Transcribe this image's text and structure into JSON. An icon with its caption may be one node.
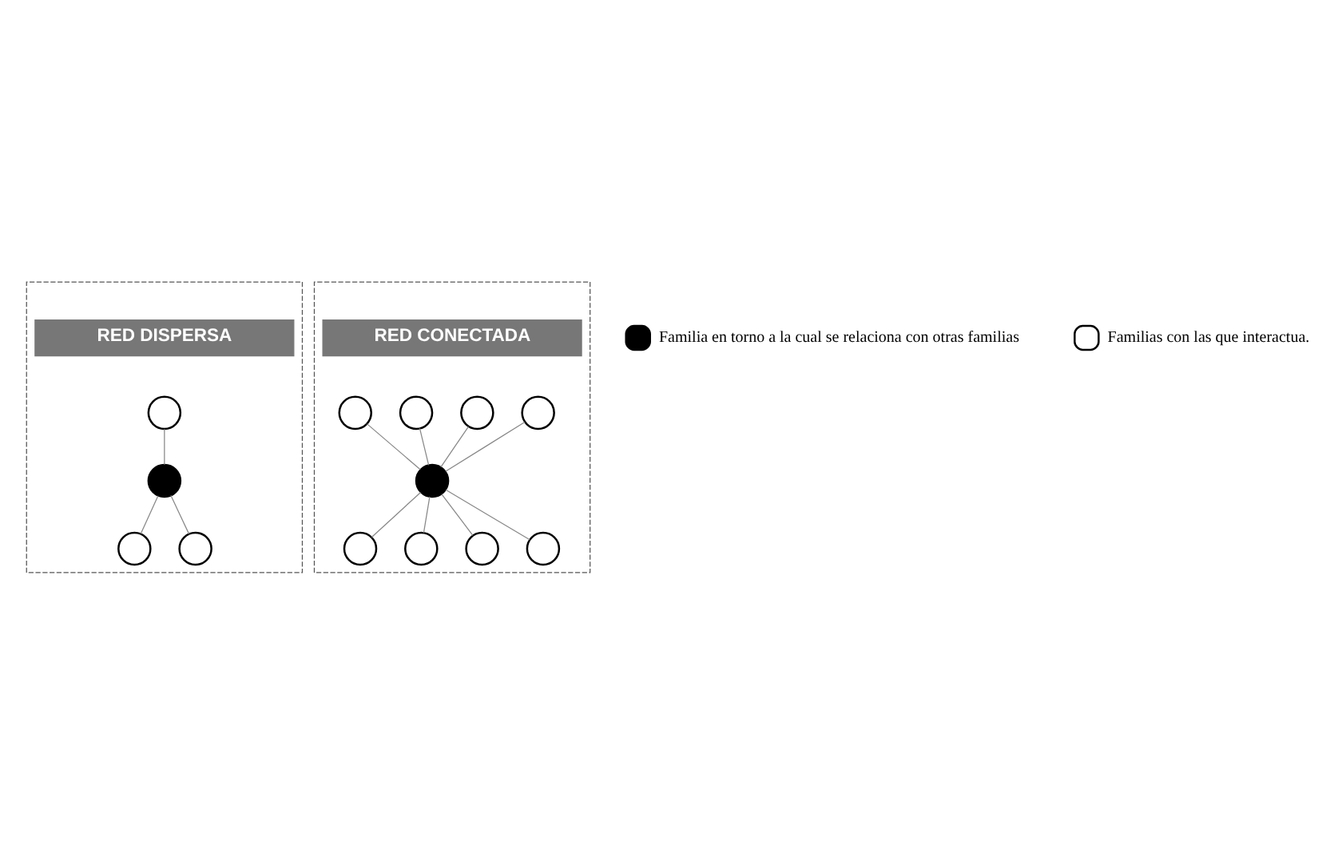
{
  "diagram": {
    "nodes": [
      {
        "text": [
          "RED DISPERSA"
        ]
      },
      {
        "text": [],
        "shape": "circle",
        "in": 0
      },
      {
        "text": [],
        "shape": "circle",
        "in": 0
      },
      {
        "text": [],
        "shape": "circle",
        "in": 0
      },
      {
        "text": [],
        "shape": "circle",
        "in": 0
      },
      {
        "text": [
          "RED CONECTADA"
        ]
      },
      {
        "text": [],
        "shape": "circle",
        "in": 5
      },
      {
        "text": [],
        "shape": "circle",
        "in": 5
      },
      {
        "text": [],
        "shape": "circle",
        "in": 5
      },
      {
        "text": [],
        "shape": "circle",
        "in": 5
      },
      {
        "text": [],
        "shape": "circle",
        "in": 5
      },
      {
        "text": [],
        "shape": "circle",
        "in": 5
      },
      {
        "text": [],
        "shape": "circle",
        "in": 5
      },
      {
        "text": [],
        "shape": "circle",
        "in": 5
      },
      {
        "text": [],
        "shape": "circle",
        "in": 5
      }
    ],
    "edges": [
      {
        "from": 1,
        "to": 2,
        "arrow": "none"
      },
      {
        "from": 2,
        "to": 3,
        "arrow": "none"
      },
      {
        "from": 2,
        "to": 4,
        "arrow": "none"
      },
      {
        "from": 6,
        "to": 9,
        "arrow": "none"
      },
      {
        "from": 7,
        "to": 9,
        "arrow": "none"
      },
      {
        "from": 8,
        "to": 9,
        "arrow": "none"
      },
      {
        "from": 10,
        "to": 9,
        "arrow": "none"
      },
      {
        "from": 9,
        "to": 11,
        "arrow": "none"
      },
      {
        "from": 9,
        "to": 12,
        "arrow": "none"
      },
      {
        "from": 9,
        "to": 13,
        "arrow": "none"
      },
      {
        "from": 9,
        "to": 14,
        "arrow": "none"
      }
    ],
    "legend": [
      {
        "text": "Familia en torno a la cual se relaciona con otras familias",
        "color": "#000000"
      },
      {
        "text": "Familias con las que interactua.",
        "color": "#ffffff"
      }
    ]
  }
}
